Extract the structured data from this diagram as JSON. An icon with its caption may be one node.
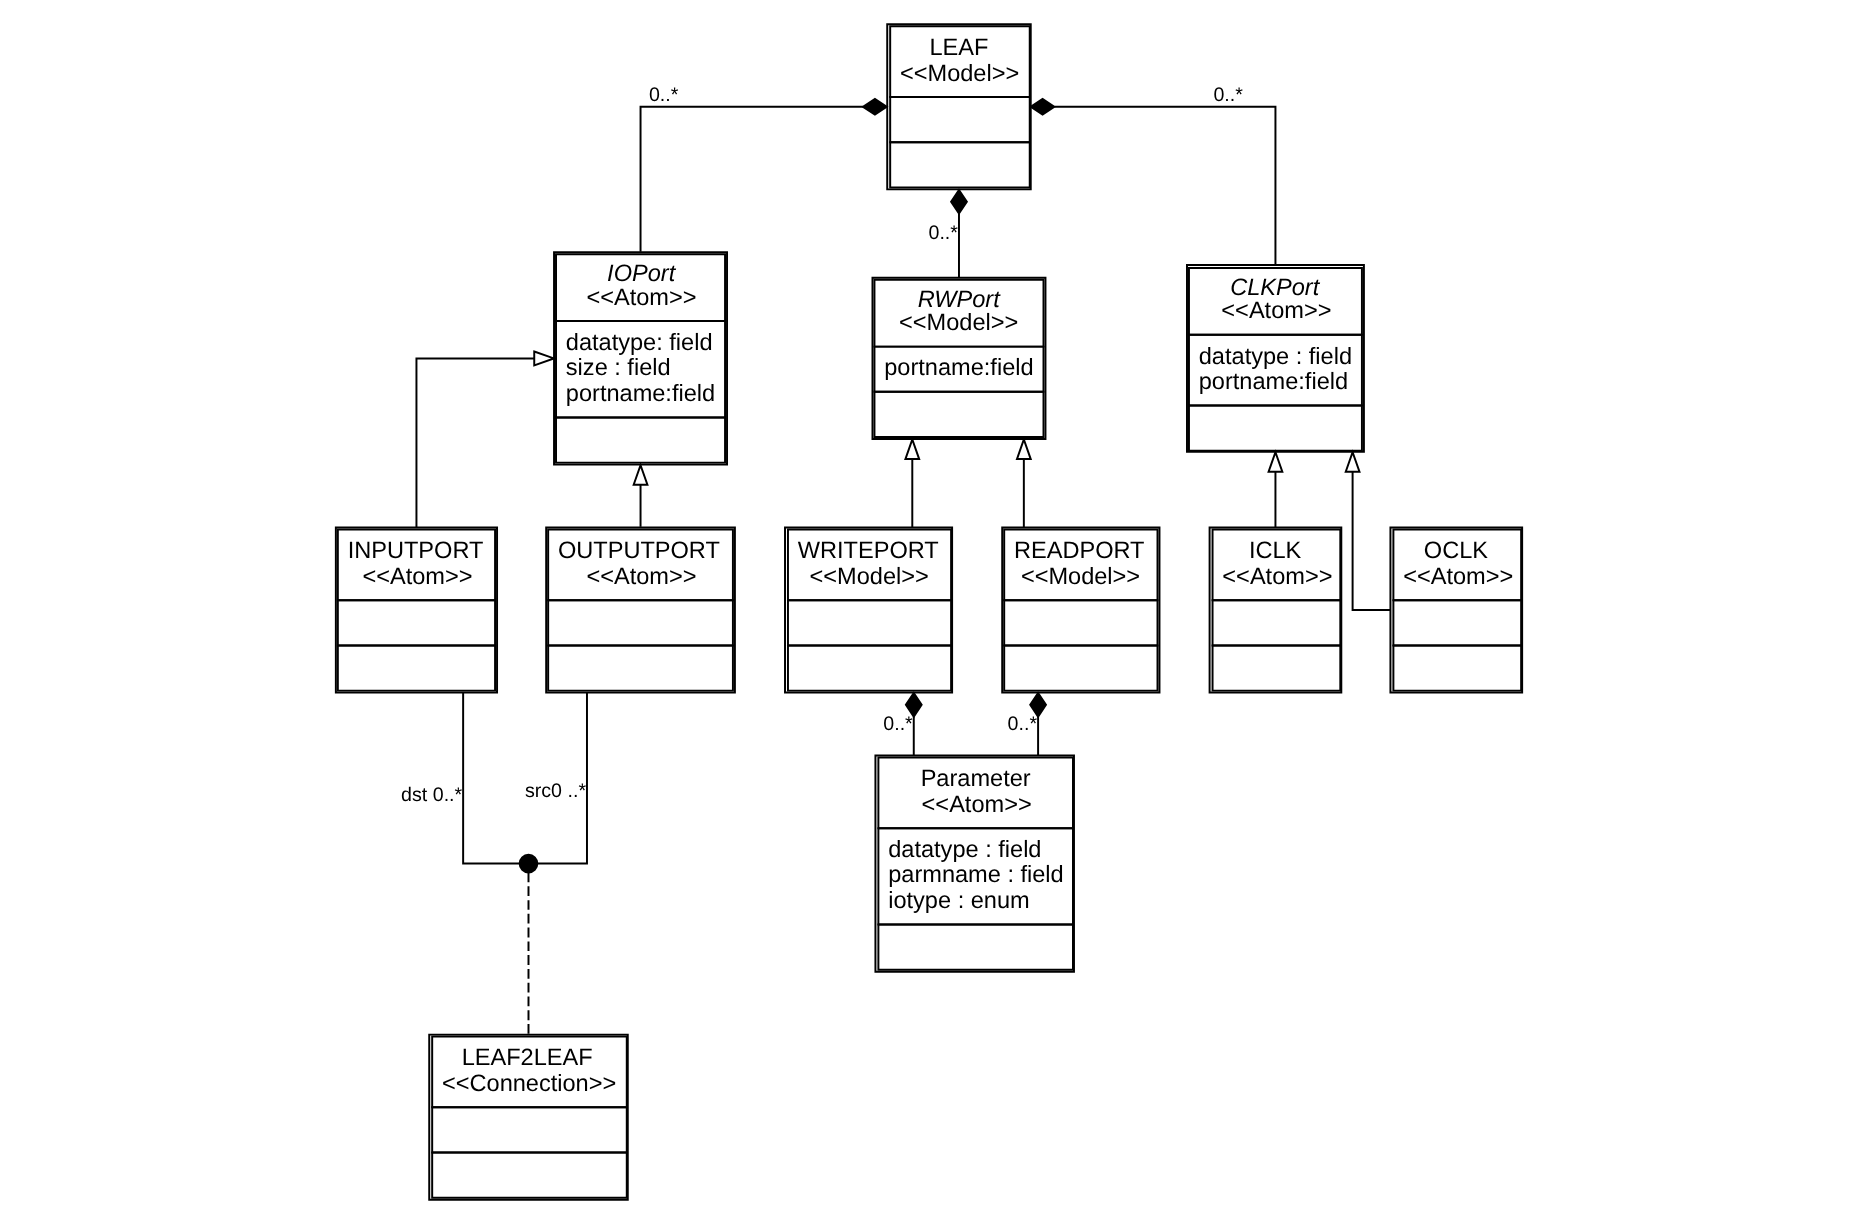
{
  "diagram": {
    "nodes": [
      {
        "text": [
          "LEAF",
          "<<Model>>"
        ]
      },
      {
        "text": [
          "IOPort",
          "<<Atom>>",
          "datatype: field",
          "size : field",
          "portname:field"
        ]
      },
      {
        "text": [
          "INPUTPORT",
          "<<Atom>>"
        ]
      },
      {
        "text": [
          "OUTPUTPORT",
          "<<Atom>>"
        ]
      },
      {
        "text": [],
        "shape": "circle"
      },
      {
        "text": [
          "LEAF2LEAF",
          "<<Connection>>"
        ]
      },
      {
        "text": [
          "RWPort",
          "<<Model>>",
          "portname:field"
        ]
      },
      {
        "text": [
          "WRITEPORT",
          "<<Model>>"
        ]
      },
      {
        "text": [
          "READPORT",
          "<<Model>>"
        ]
      },
      {
        "text": [
          "Parameter",
          "<<Atom>>",
          "datatype : field",
          "parmname : field",
          "iotype : enum"
        ]
      },
      {
        "text": [
          "CLKPort",
          "<<Atom>>",
          "datatype : field",
          "portname:field"
        ]
      },
      {
        "text": [
          "ICLK",
          "<<Atom>>"
        ]
      },
      {
        "text": [
          "OCLK",
          "<<Atom>>"
        ]
      }
    ],
    "edges": [
      {
        "from": 1,
        "to": 0,
        "arrow": "other",
        "label": "0..*"
      },
      {
        "from": 6,
        "to": 0,
        "arrow": "other",
        "label": "0..*"
      },
      {
        "from": 10,
        "to": 0,
        "arrow": "other",
        "label": "0..*"
      },
      {
        "from": 2,
        "to": 1,
        "arrow": "to"
      },
      {
        "from": 3,
        "to": 1,
        "arrow": "to"
      },
      {
        "from": 4,
        "to": 2,
        "arrow": "none",
        "label": "dst 0..*"
      },
      {
        "from": 4,
        "to": 3,
        "arrow": "none",
        "label": "src0 ..*"
      },
      {
        "from": 5,
        "to": 4,
        "arrow": "none",
        "style": "dashed"
      },
      {
        "from": 7,
        "to": 6,
        "arrow": "to"
      },
      {
        "from": 8,
        "to": 6,
        "arrow": "to"
      },
      {
        "from": 9,
        "to": 7,
        "arrow": "other",
        "label": "0..*"
      },
      {
        "from": 9,
        "to": 8,
        "arrow": "other",
        "label": "0..*"
      },
      {
        "from": 11,
        "to": 10,
        "arrow": "to"
      },
      {
        "from": 12,
        "to": 10,
        "arrow": "to"
      }
    ]
  }
}
